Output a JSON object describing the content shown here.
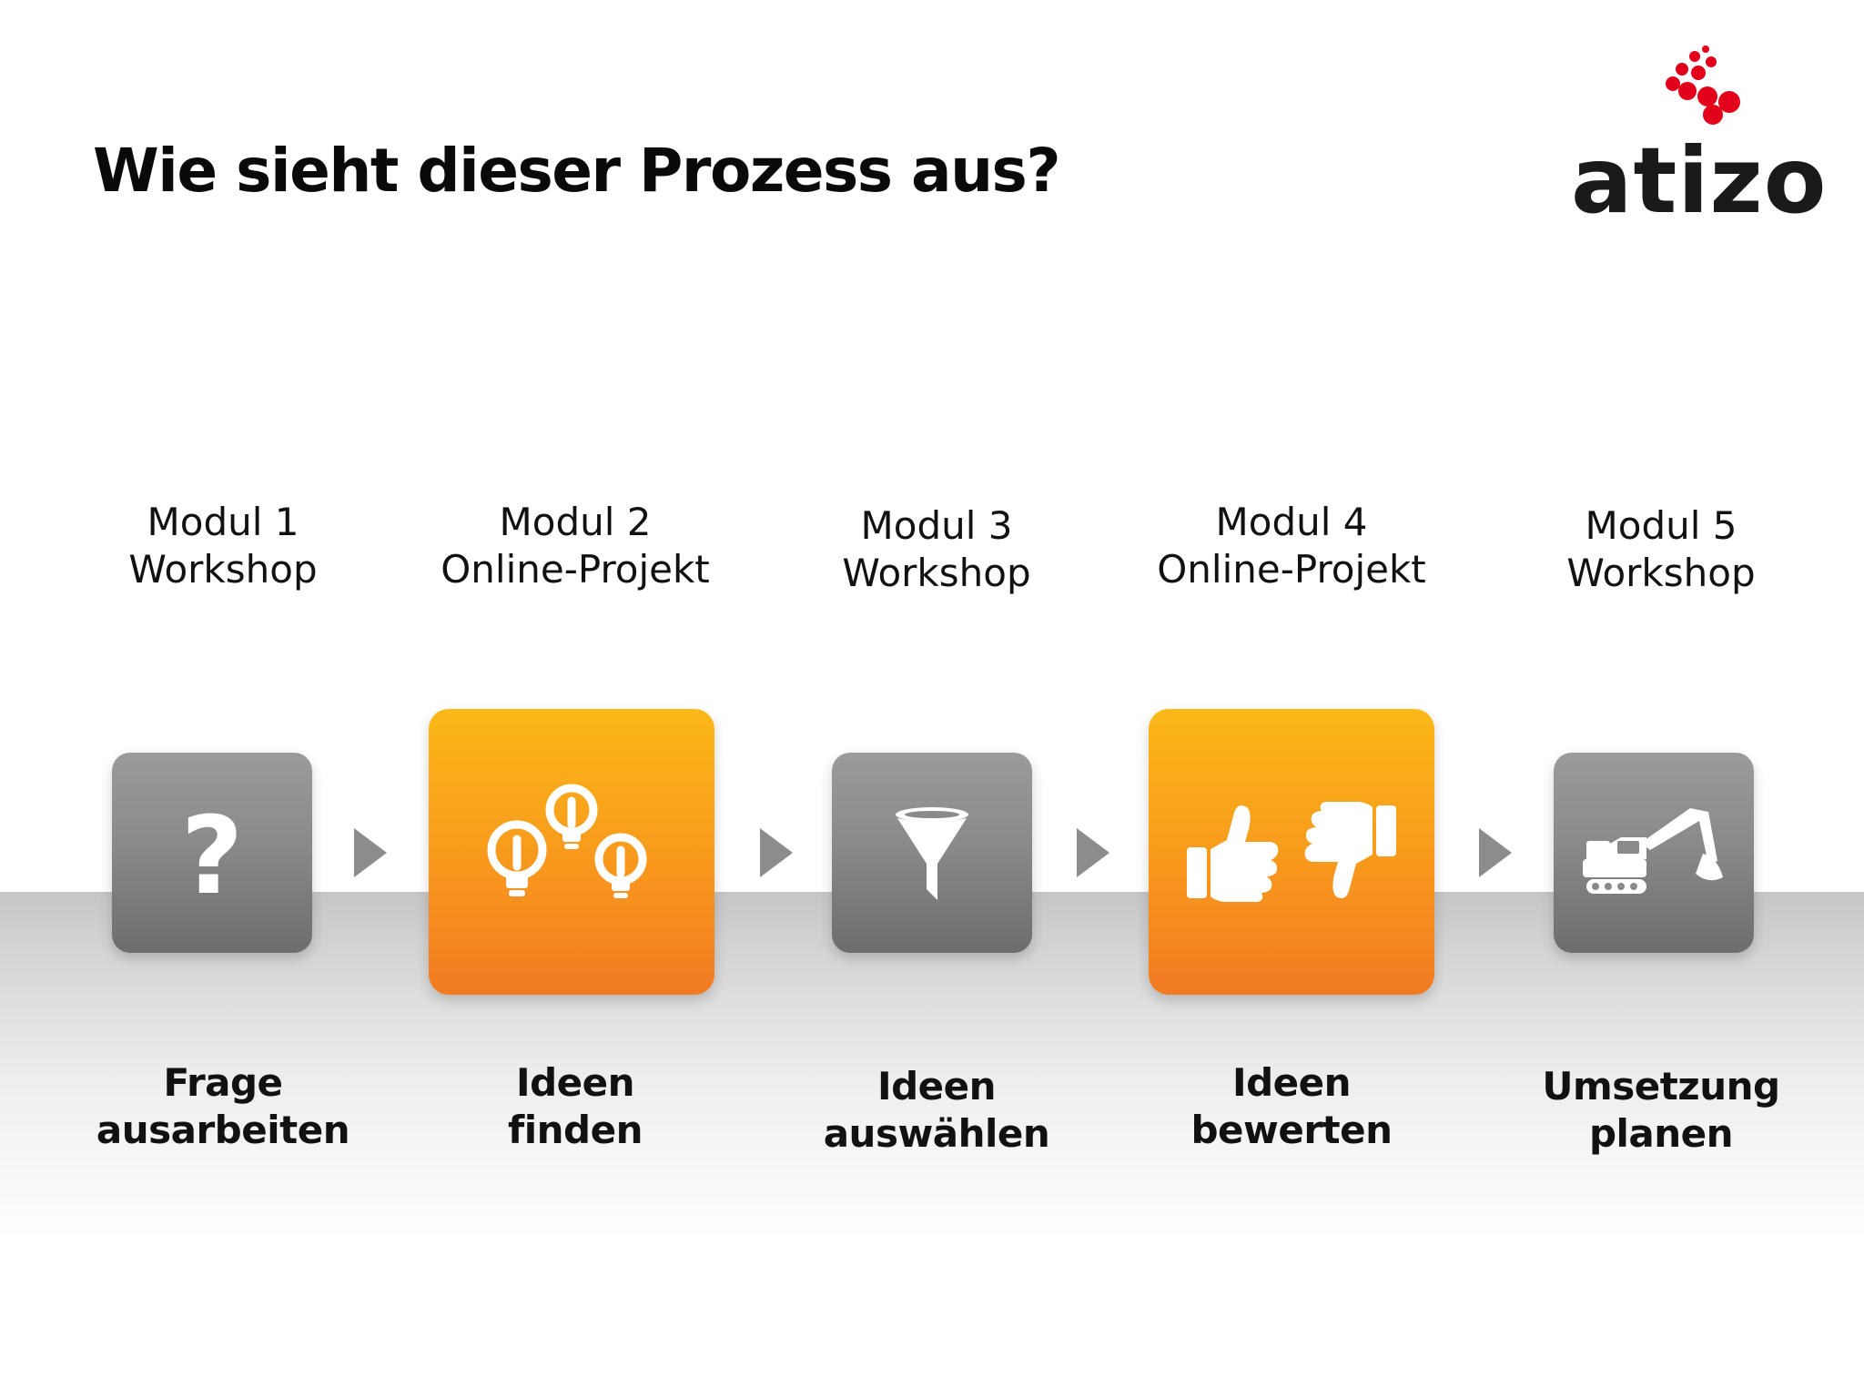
{
  "slide": {
    "title": "Wie sieht dieser Prozess aus?"
  },
  "logo": {
    "text": "atizo",
    "dot_color": "#e3001b"
  },
  "colors": {
    "accent_orange": "#f8981d",
    "module_gray": "#8a8a8a"
  },
  "steps": [
    {
      "module": "Modul 1",
      "format": "Workshop",
      "label_line1": "Frage",
      "label_line2": "ausarbeiten",
      "icon": "question-mark-icon",
      "style": "gray"
    },
    {
      "module": "Modul 2",
      "format": "Online-Projekt",
      "label_line1": "Ideen",
      "label_line2": "finden",
      "icon": "lightbulbs-icon",
      "style": "orange"
    },
    {
      "module": "Modul 3",
      "format": "Workshop",
      "label_line1": "Ideen",
      "label_line2": "auswählen",
      "icon": "funnel-icon",
      "style": "gray"
    },
    {
      "module": "Modul 4",
      "format": "Online-Projekt",
      "label_line1": "Ideen",
      "label_line2": "bewerten",
      "icon": "thumbs-up-down-icon",
      "style": "orange"
    },
    {
      "module": "Modul 5",
      "format": "Workshop",
      "label_line1": "Umsetzung",
      "label_line2": "planen",
      "icon": "excavator-icon",
      "style": "gray"
    }
  ]
}
